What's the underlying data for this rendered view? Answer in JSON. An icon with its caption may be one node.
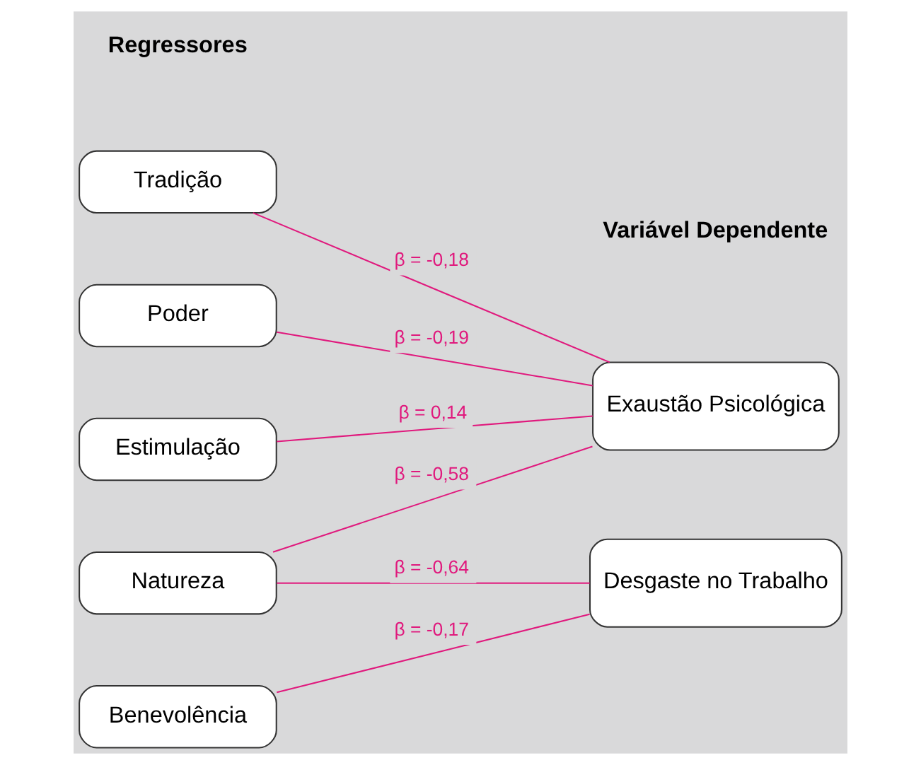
{
  "diagram": {
    "nodes": [
      {
        "text": [
          "Tradição"
        ]
      },
      {
        "text": [
          "Poder"
        ]
      },
      {
        "text": [
          "Estimulação"
        ]
      },
      {
        "text": [
          "Natureza"
        ]
      },
      {
        "text": [
          "Benevolência"
        ]
      },
      {
        "text": [
          "Exaustão Psicológica"
        ]
      },
      {
        "text": [
          "Desgaste no Trabalho"
        ]
      }
    ],
    "edges": [
      {
        "from": 0,
        "to": 5,
        "arrow": "none",
        "label": "β = -0,18"
      },
      {
        "from": 1,
        "to": 5,
        "arrow": "none",
        "label": "β = -0,19"
      },
      {
        "from": 2,
        "to": 5,
        "arrow": "none",
        "label": "β = 0,14"
      },
      {
        "from": 3,
        "to": 5,
        "arrow": "none",
        "label": "β = -0,58"
      },
      {
        "from": 3,
        "to": 6,
        "arrow": "none",
        "label": "β = -0,64"
      },
      {
        "from": 4,
        "to": 6,
        "arrow": "none",
        "label": "β = -0,17"
      }
    ],
    "labels": [
      "Regressores",
      "Variável Dependente"
    ]
  }
}
